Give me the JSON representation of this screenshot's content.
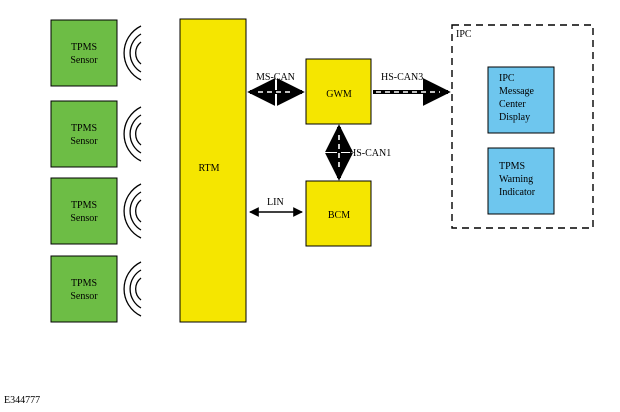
{
  "sensors": [
    {
      "line1": "TPMS",
      "line2": "Sensor"
    },
    {
      "line1": "TPMS",
      "line2": "Sensor"
    },
    {
      "line1": "TPMS",
      "line2": "Sensor"
    },
    {
      "line1": "TPMS",
      "line2": "Sensor"
    }
  ],
  "modules": {
    "rtm": "RTM",
    "gwm": "GWM",
    "bcm": "BCM"
  },
  "ipc": {
    "title": "IPC",
    "display": [
      "IPC",
      "Message",
      "Center",
      "Display"
    ],
    "warning": [
      "TPMS",
      "Warning",
      "Indicator"
    ]
  },
  "connections": {
    "ms_can": "MS-CAN",
    "hs_can3": "HS-CAN3",
    "hs_can1": "HS-CAN1",
    "lin": "LIN"
  },
  "figure_id": "E344777",
  "colors": {
    "sensor_fill": "#6dbd45",
    "module_fill": "#f5e600",
    "ipc_item_fill": "#6ec6ee",
    "stroke": "#000000"
  }
}
